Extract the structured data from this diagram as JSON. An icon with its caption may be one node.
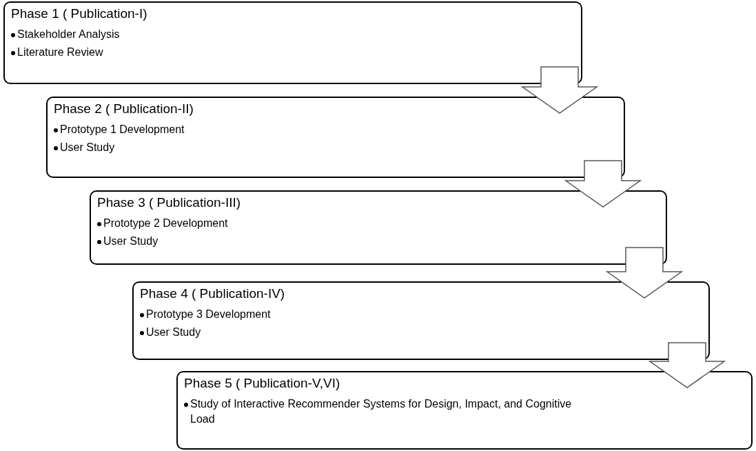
{
  "diagram": {
    "nodes": [
      {
        "text": [
          "Phase 1 ( Publication-I)",
          "Stakeholder Analysis",
          "Literature Review"
        ]
      },
      {
        "text": [
          "Phase 2 ( Publication-II)",
          "Prototype 1 Development",
          "User Study"
        ]
      },
      {
        "text": [
          "Phase 3 ( Publication-III)",
          "Prototype 2 Development",
          "User Study"
        ]
      },
      {
        "text": [
          "Phase 4 ( Publication-IV)",
          "Prototype 3 Development",
          "User Study"
        ]
      },
      {
        "text": [
          "Phase 5 ( Publication-V,VI)",
          "Study of Interactive Recommender Systems for Design, Impact, and Cognitive Load"
        ]
      }
    ],
    "edges": [
      {
        "from": 0,
        "to": 1,
        "arrow": "to"
      },
      {
        "from": 1,
        "to": 2,
        "arrow": "to"
      },
      {
        "from": 2,
        "to": 3,
        "arrow": "to"
      },
      {
        "from": 3,
        "to": 4,
        "arrow": "to"
      }
    ]
  }
}
